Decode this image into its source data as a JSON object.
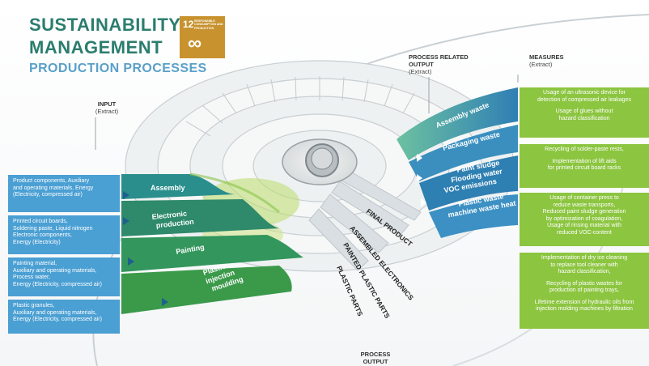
{
  "header": {
    "title_line1": "SUSTAINABILITY",
    "title_line2": "MANAGEMENT",
    "subtitle": "PRODUCTION PROCESSES"
  },
  "sdg_badge": {
    "number": "12",
    "text": "RESPONSIBLE CONSUMPTION AND PRODUCTION",
    "symbol": "infinity-loop-icon",
    "color": "#c8922e"
  },
  "labels": {
    "input_title": "INPUT",
    "input_sub": "(Extract)",
    "process_related_title_1": "PROCESS RELATED",
    "process_related_title_2": "OUTPUT",
    "process_related_sub": "(Extract)",
    "measures_title": "MEASURES",
    "measures_sub": "(Extract)",
    "process_output_1": "PROCESS",
    "process_output_2": "OUTPUT"
  },
  "inputs": [
    {
      "lines": [
        "Product components, Auxiliary",
        "and operating materials, Energy",
        "(Electricity, compressed air)"
      ]
    },
    {
      "lines": [
        "Printed circuit boards,",
        "Soldering paste, Liquid nitrogen",
        "Electronic components,",
        "Energy (Electricity)"
      ]
    },
    {
      "lines": [
        "Painting material,",
        "Auxiliary and operating materials,",
        "Process water,",
        "Energy (Electricity, compressed air)"
      ]
    },
    {
      "lines": [
        "Plastic granules,",
        "Auxiliary and operating materials,",
        "Energy (Electricity, compressed air)"
      ]
    }
  ],
  "processes": [
    {
      "label_lines": [
        "Assembly"
      ]
    },
    {
      "label_lines": [
        "Electronic",
        "production"
      ]
    },
    {
      "label_lines": [
        "Painting"
      ]
    },
    {
      "label_lines": [
        "Plastic",
        "injection",
        "moulding"
      ]
    }
  ],
  "process_related_outputs": [
    {
      "label_lines": [
        "Assembly waste"
      ]
    },
    {
      "label_lines": [
        "Packaging waste"
      ]
    },
    {
      "label_lines": [
        "Paint sludge",
        "Flooding water",
        "VOC emissions"
      ]
    },
    {
      "label_lines": [
        "Plastic waste",
        "machine waste heat"
      ]
    }
  ],
  "process_outputs": [
    "FINAL PRODUCT",
    "ASSEMBLED ELECTRONICS",
    "PAINTED PLASTIC PARTS",
    "PLASTIC PARTS"
  ],
  "measures": [
    {
      "items": [
        [
          "Usage of an ultrasonic device for",
          "detection of compressed air leakages"
        ],
        [
          "Usage of glues without",
          "hazard classification"
        ]
      ]
    },
    {
      "items": [
        [
          "Recycling of solder-paste rests,"
        ],
        [
          "Implementation of lift aids",
          "for printed circuit board racks"
        ]
      ]
    },
    {
      "items": [
        [
          "Usage of container press to",
          "reduce waste transports,",
          "Reduced paint sludge generation",
          "by optimization of coagulation,",
          "Usage of rinsing material with",
          "reduced VOC-content"
        ]
      ]
    },
    {
      "items": [
        [
          "Implementation of dry ice cleaning",
          "to replace tool cleaner with",
          "hazard classification,"
        ],
        [
          "Recycling of plastic wastes for",
          "production of painting trays,"
        ],
        [
          "Lifetime extension of hydraulic oils from",
          "injection molding machines by filtration"
        ]
      ]
    }
  ],
  "colors": {
    "title": "#2b7d6e",
    "subtitle": "#5aa0c8",
    "input_blue": "#4a9fd3",
    "process_green": "#2e8a6a",
    "output_blue": "#2f7fb5",
    "measure_green": "#8cc540"
  }
}
